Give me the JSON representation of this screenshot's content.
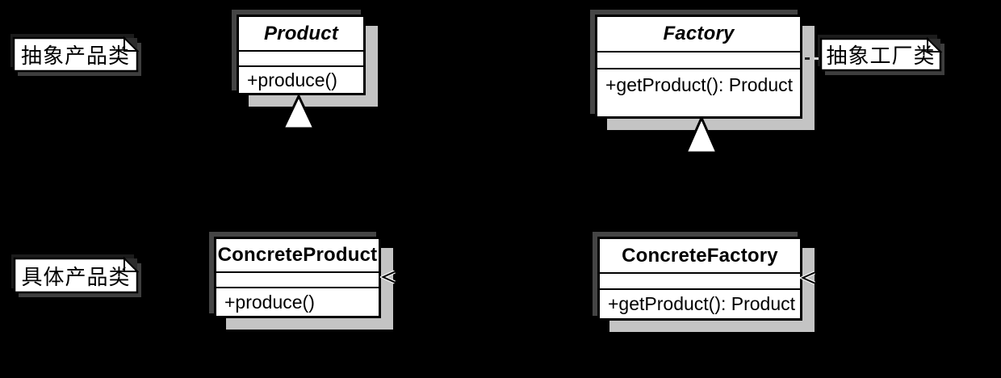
{
  "diagram_type": "uml-class-diagram",
  "classes": [
    {
      "name": "Product",
      "stereotype": "abstract",
      "attributes": "",
      "method": "+produce()"
    },
    {
      "name": "Factory",
      "stereotype": "abstract",
      "attributes": "",
      "method": "+getProduct(): Product"
    },
    {
      "name": "ConcreteProduct",
      "stereotype": "concrete",
      "attributes": "",
      "method": "+produce()"
    },
    {
      "name": "ConcreteFactory",
      "stereotype": "concrete",
      "attributes": "",
      "method": "+getProduct(): Product"
    }
  ],
  "notes": [
    {
      "text": "抽象产品类"
    },
    {
      "text": "抽象工厂类"
    },
    {
      "text": "具体产品类"
    }
  ],
  "relations": [
    {
      "type": "inheritance",
      "from": "ConcreteProduct",
      "to": "Product"
    },
    {
      "type": "inheritance",
      "from": "ConcreteFactory",
      "to": "Factory"
    },
    {
      "type": "dependency-arrowhead",
      "into": "ConcreteProduct"
    },
    {
      "type": "dependency-arrowhead",
      "into": "ConcreteFactory"
    }
  ],
  "colors": {
    "canvas": "#000000",
    "box_fill": "#ffffff",
    "line": "#000000",
    "shadow_light": "#c4c4c4",
    "shadow_dark": "#454545",
    "note_shadow": "#3e3e3e"
  }
}
